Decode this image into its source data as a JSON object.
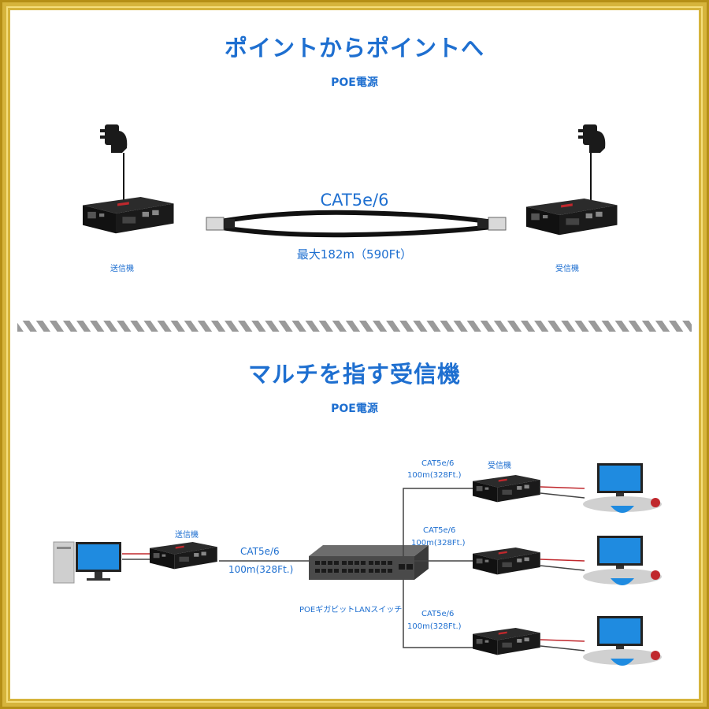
{
  "top": {
    "title": "ポイントからポイントへ",
    "power": "POE電源",
    "cable": "CAT5e/6",
    "distance": "最大182m（590Ft）",
    "transmitter": "送信機",
    "receiver": "受信機"
  },
  "bottom": {
    "title": "マルチを指す受信機",
    "power": "POE電源",
    "transmitter": "送信機",
    "receiver": "受信機",
    "link_cable": "CAT5e/6",
    "link_distance": "100m(328Ft.)",
    "switch": "POEギガビットLANスイッチ",
    "branches": [
      {
        "cable": "CAT5e/6",
        "distance": "100m(328Ft.)"
      },
      {
        "cable": "CAT5e/6",
        "distance": "100m(328Ft.)"
      },
      {
        "cable": "CAT5e/6",
        "distance": "100m(328Ft.)"
      }
    ]
  },
  "colors": {
    "accent": "#1e6fd0",
    "frame": "#d6b43c",
    "device": "#1c1c1c",
    "device_red": "#c0282d"
  }
}
